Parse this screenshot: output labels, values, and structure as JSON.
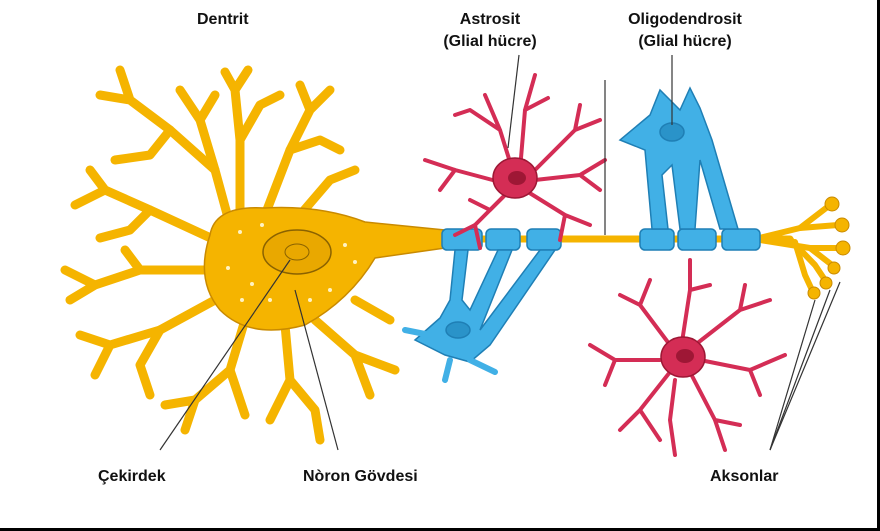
{
  "labels": {
    "dendrite": "Dentrit",
    "astrocyte_name": "Astrosit",
    "astrocyte_type": "(Glial hücre)",
    "oligo_name": "Oligodendrosit",
    "oligo_type": "(Glial hücre)",
    "nucleus": "Çekirdek",
    "soma": "Nòron Gövdesi",
    "axons": "Aksonlar"
  },
  "colors": {
    "neuron": "#f5b400",
    "neuron_outline": "#c98a00",
    "myelin": "#41b0e6",
    "myelin_outline": "#1f7fb5",
    "glia": "#d42d55",
    "glia_outline": "#9e1735",
    "pointer": "#333333"
  }
}
